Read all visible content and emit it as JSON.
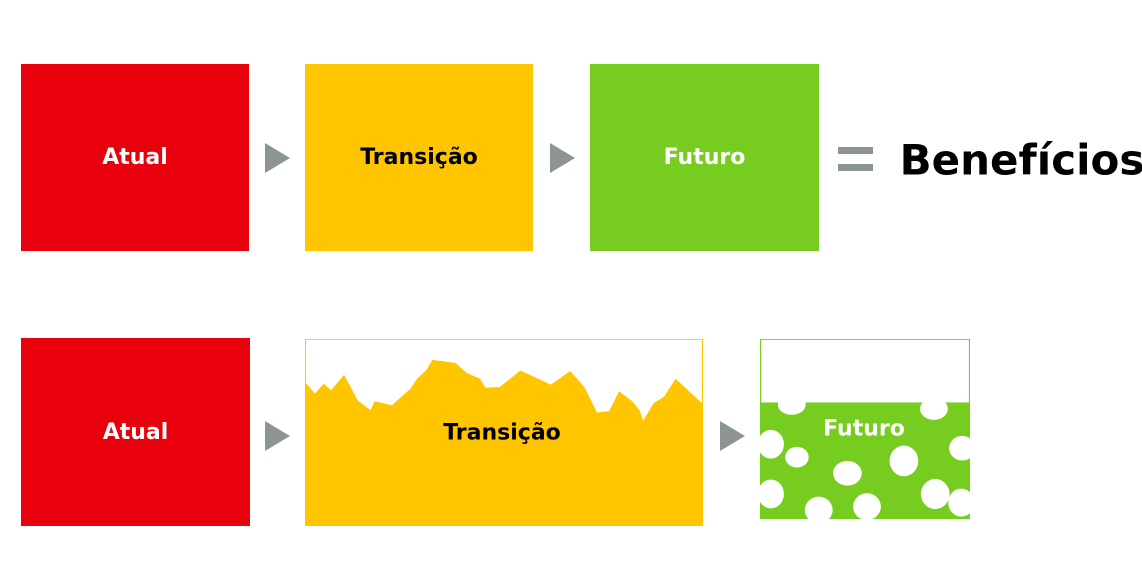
{
  "top_row": {
    "current": "Atual",
    "transition": "Transição",
    "future": "Futuro",
    "result": "Benefícios"
  },
  "bottom_row": {
    "current": "Atual",
    "transition": "Transição",
    "future": "Futuro"
  },
  "colors": {
    "red": "#e8000d",
    "yellow": "#ffc600",
    "green": "#77cc20",
    "arrow": "#8c9593"
  }
}
